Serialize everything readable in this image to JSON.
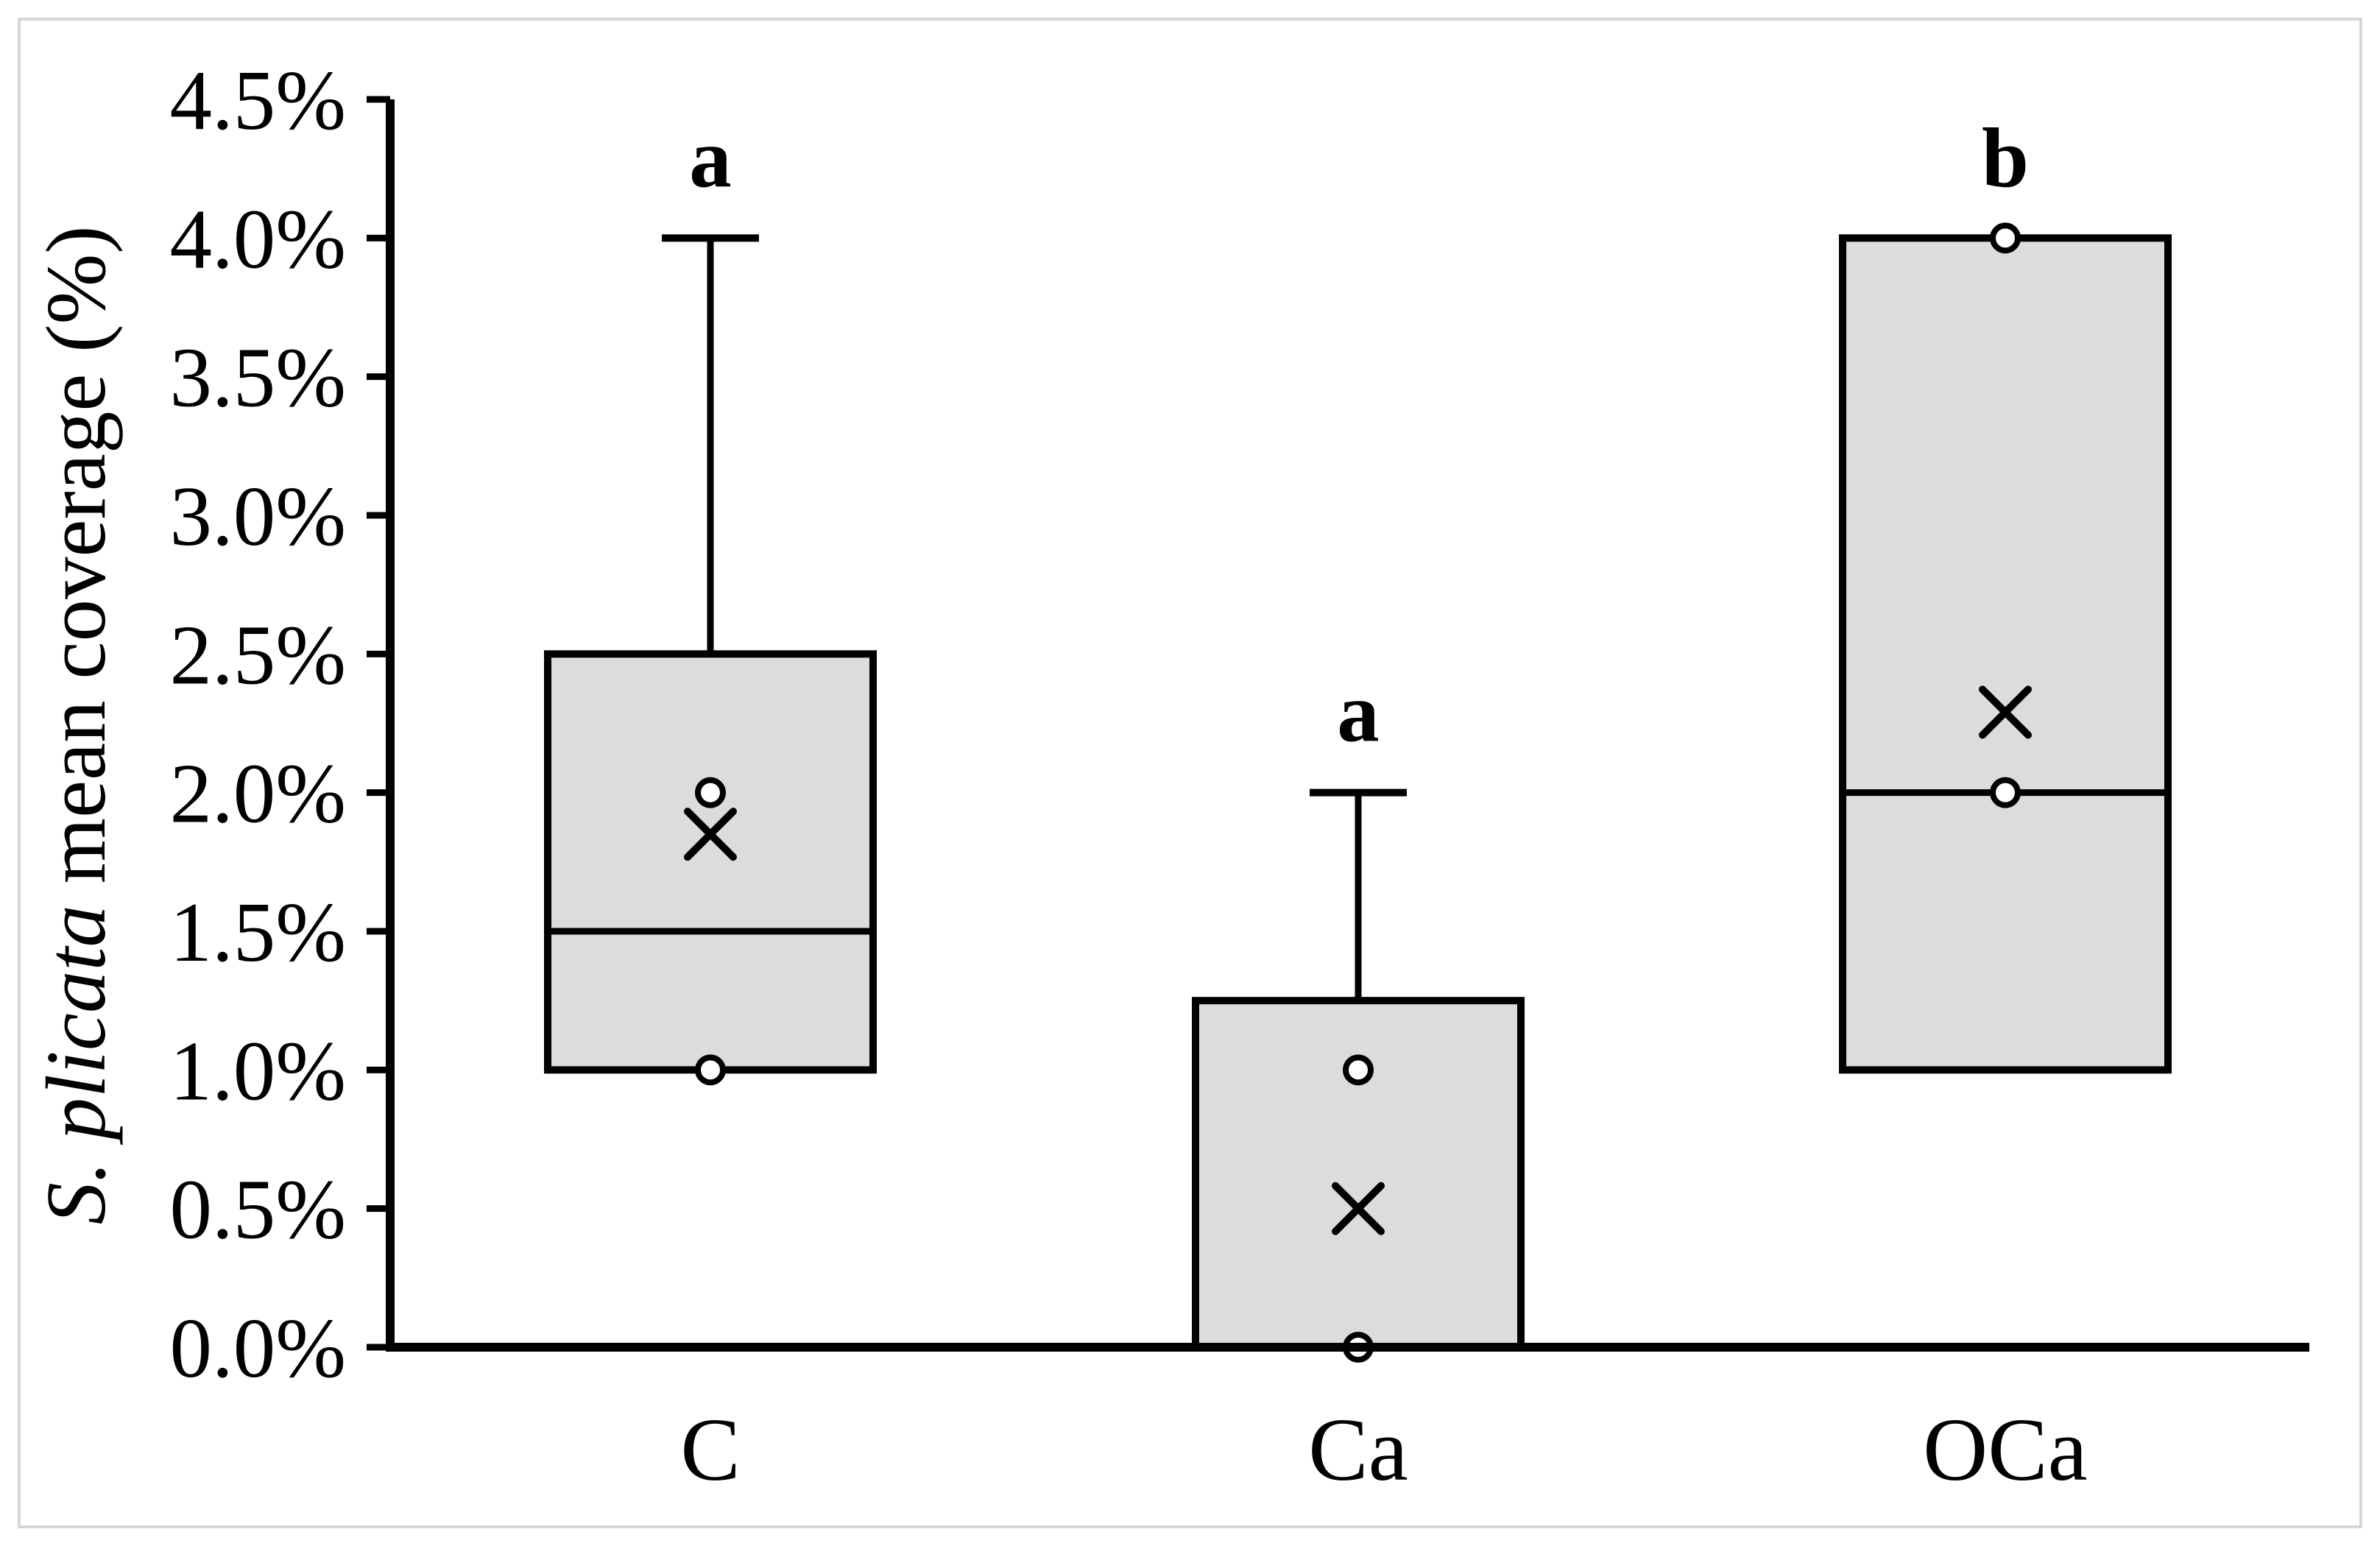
{
  "figure": {
    "background": "#ffffff",
    "border_color": "#d6d6d6"
  },
  "chart_data": {
    "type": "boxplot",
    "title": "",
    "ylabel": {
      "italic": "S. plicata",
      "rest": " mean coverage (%)"
    },
    "y_axis": {
      "min": 0.0,
      "max": 4.5,
      "step": 0.5,
      "unit": "%",
      "grid": false,
      "tick_labels": [
        "0.0%",
        "0.5%",
        "1.0%",
        "1.5%",
        "2.0%",
        "2.5%",
        "3.0%",
        "3.5%",
        "4.0%",
        "4.5%"
      ]
    },
    "categories": [
      "C",
      "Ca",
      "OCa"
    ],
    "series": [
      {
        "category": "C",
        "q1": 1.0,
        "median": 1.5,
        "q3": 2.5,
        "whisker_high": 4.0,
        "whisker_low": null,
        "mean": 1.85,
        "points": [
          2.0,
          1.0
        ],
        "sig_letter": "a"
      },
      {
        "category": "Ca",
        "q1": 0.0,
        "median": 0.0,
        "q3": 1.25,
        "whisker_high": 2.0,
        "whisker_low": null,
        "mean": 0.5,
        "points": [
          1.0,
          0.0
        ],
        "sig_letter": "a"
      },
      {
        "category": "OCa",
        "q1": 1.0,
        "median": 2.0,
        "q3": 4.0,
        "whisker_high": null,
        "whisker_low": null,
        "mean": 2.29,
        "points": [
          4.0,
          2.0
        ],
        "sig_letter": "b"
      }
    ],
    "colors": {
      "box_fill": "#dcdcdc",
      "stroke": "#000000",
      "marker_fill": "#ffffff"
    },
    "legend": null
  }
}
